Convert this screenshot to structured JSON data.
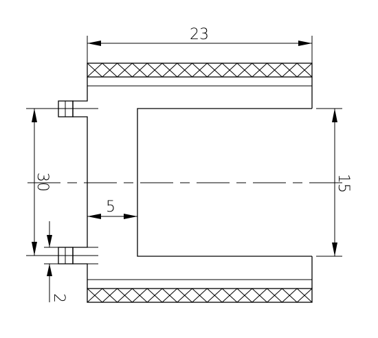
{
  "drawing": {
    "dimensions": {
      "width_top": "23",
      "outer_height": "30",
      "inner_height": "15",
      "wall_depth": "5",
      "flange_thickness": "2"
    }
  }
}
